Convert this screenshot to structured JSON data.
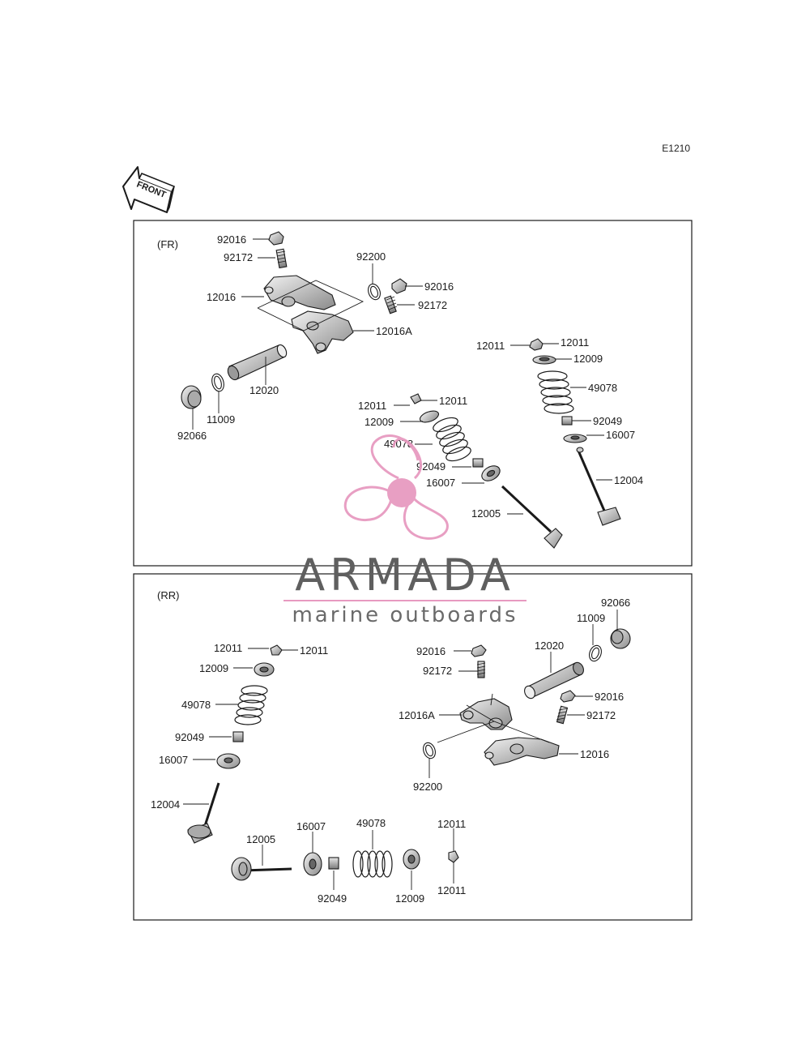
{
  "diagram_code": "E1210",
  "front_label": "FRONT",
  "colors": {
    "line": "#1a1a1a",
    "watermark_pink": "#e79ac0",
    "watermark_gray": "#5f5f5f"
  },
  "watermark": {
    "title": "ARMADA",
    "subtitle": "marine outboards"
  },
  "front_panel": {
    "title": "(FR)",
    "labels": {
      "l1": "92016",
      "l2": "92172",
      "l3": "92200",
      "l4": "92016",
      "l5": "92172",
      "l6": "12016",
      "l7": "12016A",
      "l8": "12020",
      "l9": "11009",
      "l10": "92066",
      "l11": "12011",
      "l12": "12011",
      "l13": "12009",
      "l14": "49078",
      "l15": "92049",
      "l16": "16007",
      "l17": "12004",
      "l18": "12011",
      "l19": "12011",
      "l20": "12009",
      "l21": "49078",
      "l22": "92049",
      "l23": "16007",
      "l24": "12005"
    }
  },
  "rear_panel": {
    "title": "(RR)",
    "labels": {
      "r1": "92066",
      "r2": "11009",
      "r3": "12020",
      "r4": "92016",
      "r5": "92172",
      "r6": "92016",
      "r7": "12016A",
      "r8": "92172",
      "r9": "12016",
      "r10": "92200",
      "r11": "12011",
      "r12": "12011",
      "r13": "12009",
      "r14": "49078",
      "r15": "92049",
      "r16": "16007",
      "r17": "12004",
      "r18": "12005",
      "r19": "16007",
      "r20": "49078",
      "r21": "12011",
      "r22": "92049",
      "r23": "12009",
      "r24": "12011"
    }
  }
}
